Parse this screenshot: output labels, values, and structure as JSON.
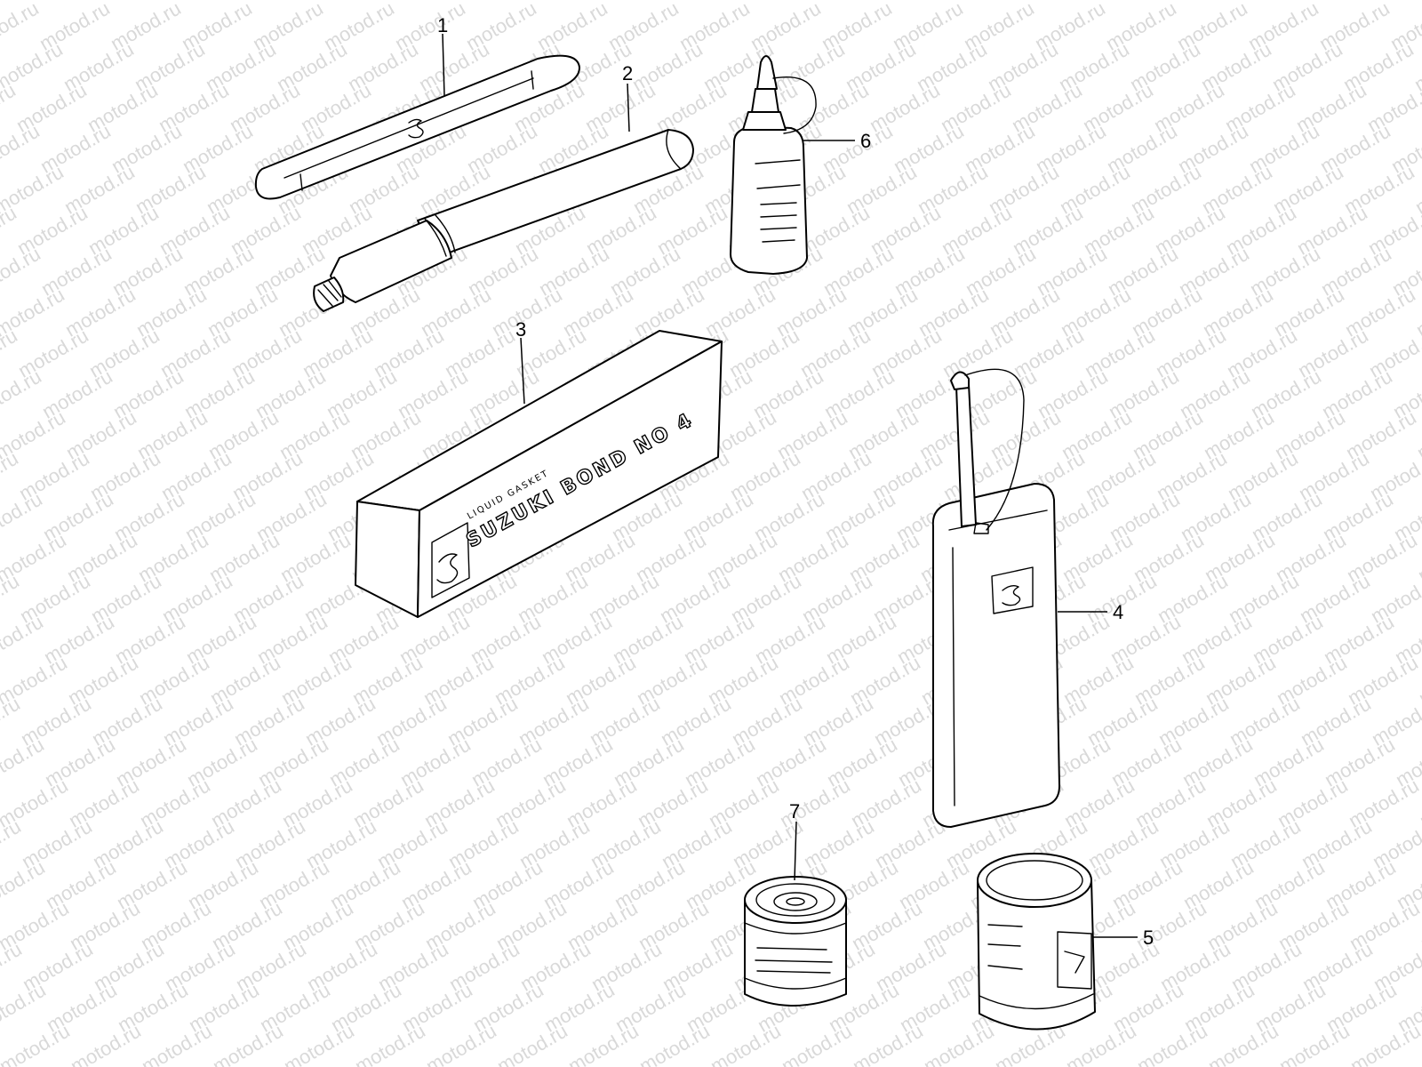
{
  "watermark": {
    "text": "motod.ru",
    "color": "#d9d9d9"
  },
  "callouts": [
    {
      "id": "1",
      "label": "1"
    },
    {
      "id": "2",
      "label": "2"
    },
    {
      "id": "3",
      "label": "3"
    },
    {
      "id": "4",
      "label": "4"
    },
    {
      "id": "5",
      "label": "5"
    },
    {
      "id": "6",
      "label": "6"
    },
    {
      "id": "7",
      "label": "7"
    }
  ],
  "box_print": {
    "brand_line": "SUZUKI BOND NO 4",
    "small_line": "LIQUID GASKET"
  },
  "icons": [
    "suzuki-logo-icon"
  ]
}
